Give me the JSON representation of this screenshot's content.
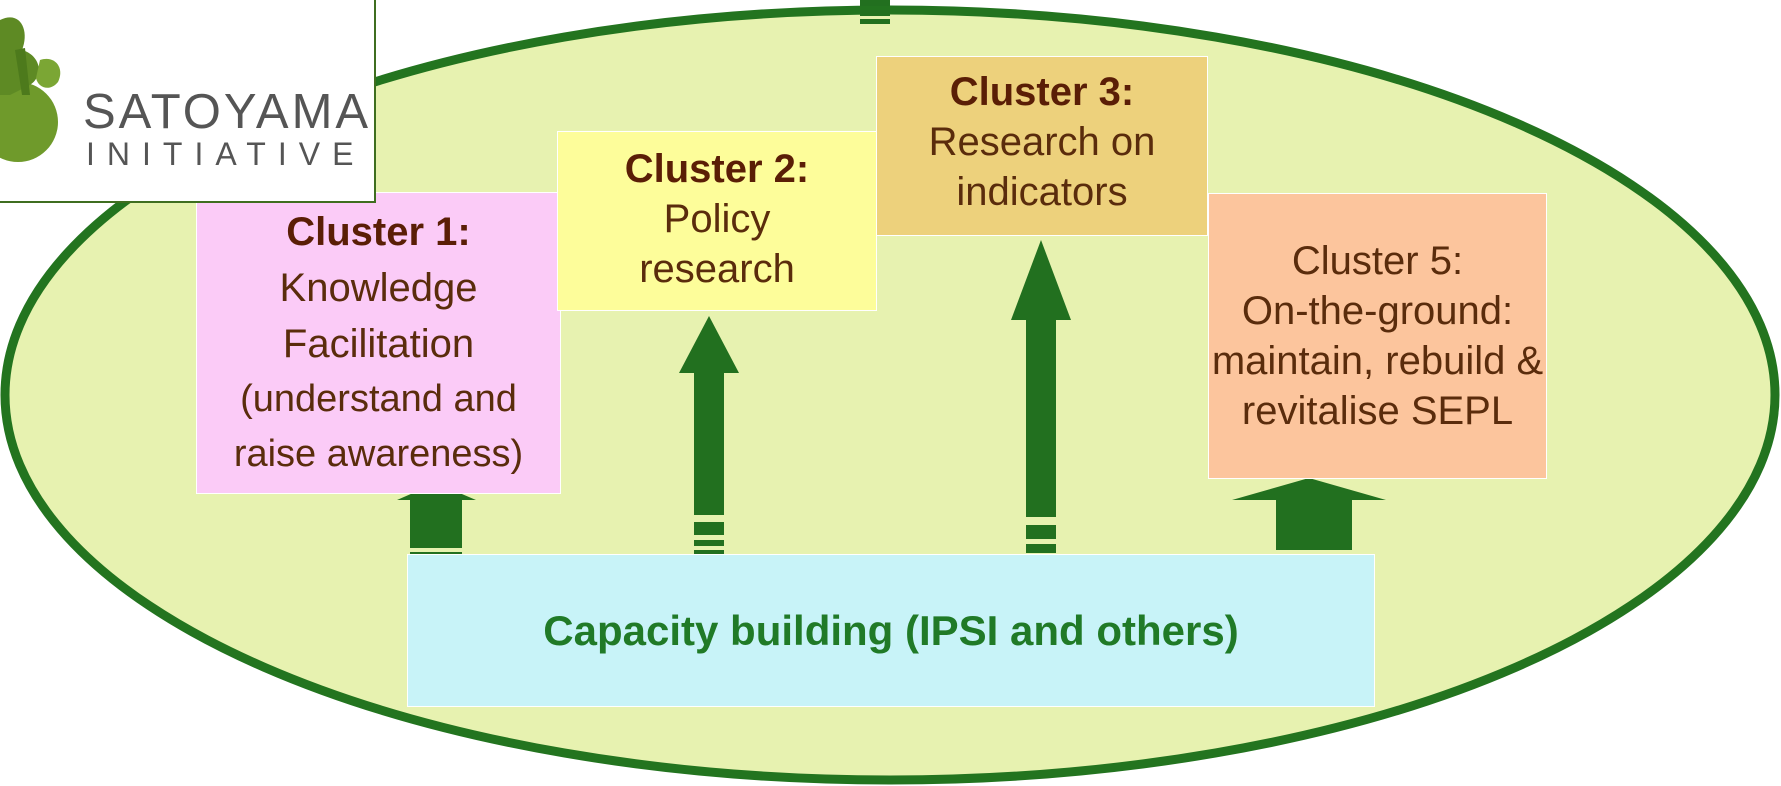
{
  "diagram": {
    "logo": {
      "line1": "SATOYAMA",
      "line2": "INITIATIVE"
    },
    "clusters": [
      {
        "id": "cluster1",
        "heading": "Cluster 1:",
        "lines": [
          "Knowledge",
          "Facilitation",
          "(understand and",
          "raise awareness)"
        ],
        "color": "#fbcbf7"
      },
      {
        "id": "cluster2",
        "heading": "Cluster 2:",
        "lines": [
          "Policy",
          "research"
        ],
        "color": "#fdfd9a"
      },
      {
        "id": "cluster3",
        "heading": "Cluster 3:",
        "lines": [
          "Research on",
          "indicators"
        ],
        "color": "#edd17c"
      },
      {
        "id": "cluster5",
        "heading": "Cluster 5:",
        "lines": [
          "On-the-ground:",
          "maintain, rebuild &",
          "revitalise SEPL"
        ],
        "color": "#fcc59d"
      }
    ],
    "capacity": {
      "label": "Capacity building (IPSI and others)",
      "color": "#c8f3f8"
    },
    "colors": {
      "ellipse_fill": "#e7f2b0",
      "ellipse_stroke": "#23741f",
      "arrow": "#22701f",
      "heading_text": "#5a1e06",
      "body_text": "#5a2c0c",
      "capacity_text": "#207a27"
    },
    "arrows": [
      {
        "from": "capacity",
        "to": "cluster1"
      },
      {
        "from": "capacity",
        "to": "cluster2"
      },
      {
        "from": "capacity",
        "to": "cluster3"
      },
      {
        "from": "capacity",
        "to": "cluster5"
      }
    ]
  }
}
